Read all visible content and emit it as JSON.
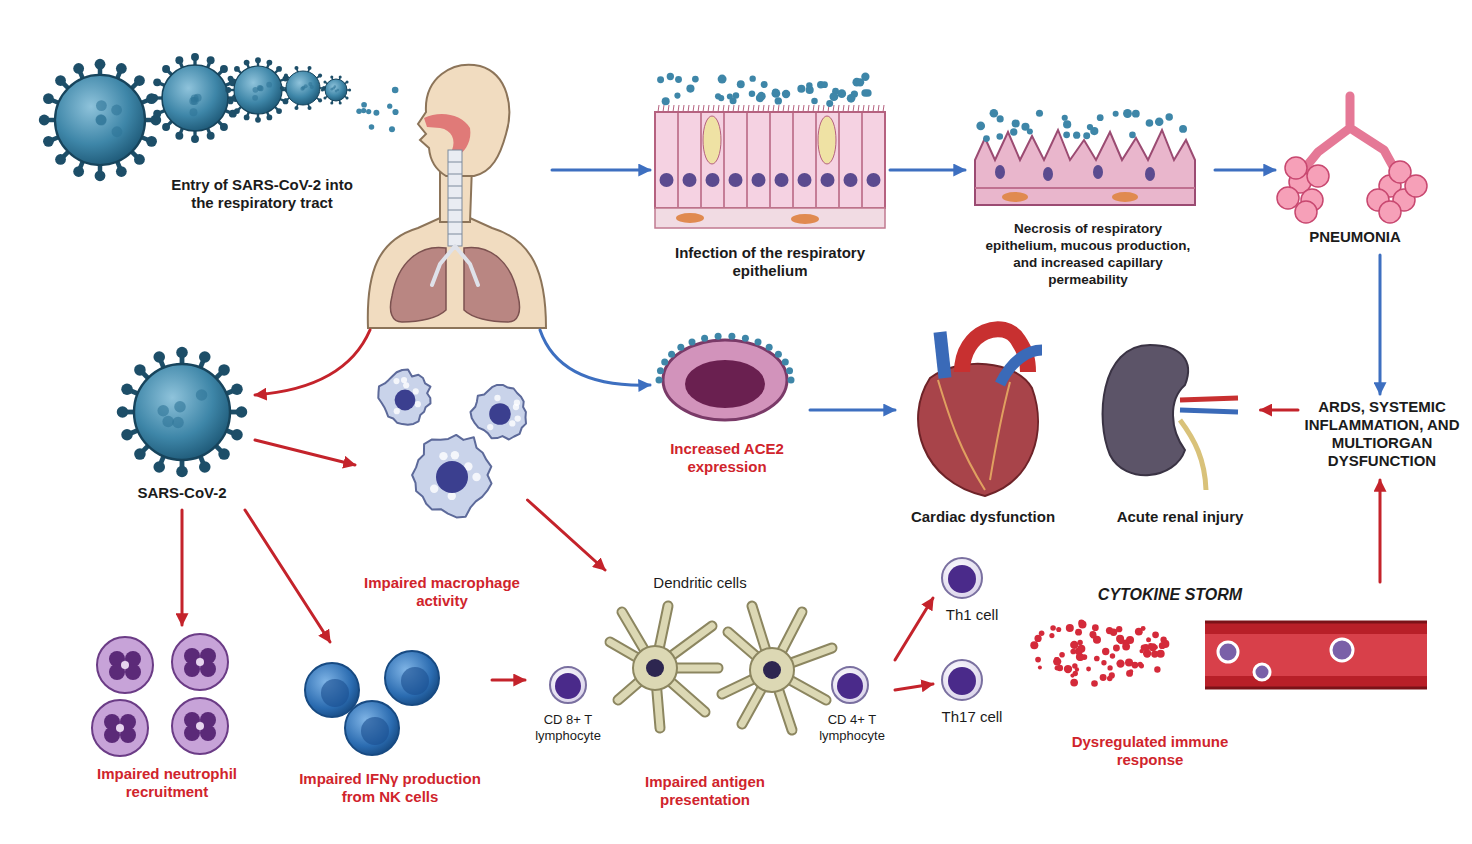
{
  "diagram": {
    "nodes": [
      {
        "text": [
          "Entry of SARS-CoV-2 into the respiratory tract"
        ]
      },
      {
        "text": [
          "Infection of the respiratory epithelium"
        ]
      },
      {
        "text": [
          "Necrosis of respiratory epithelium, mucous production, and increased capillary permeability"
        ]
      },
      {
        "text": [
          "PNEUMONIA"
        ]
      },
      {
        "text": [
          "SARS-CoV-2"
        ]
      },
      {
        "text": [
          "Impaired macrophage activity"
        ]
      },
      {
        "text": [
          "Increased ACE2 expression"
        ]
      },
      {
        "text": [
          "Cardiac dysfunction"
        ]
      },
      {
        "text": [
          "Acute renal injury"
        ]
      },
      {
        "text": [
          "ARDS, SYSTEMIC INFLAMMATION, AND MULTIORGAN DYSFUNCTION"
        ]
      },
      {
        "text": [
          "Impaired neutrophil recruitment"
        ]
      },
      {
        "text": [
          "Impaired IFNγ production from NK cells"
        ]
      },
      {
        "text": [
          "Dendritic cells",
          "CD 8+ T lymphocyte",
          "CD 4+ T lymphocyte",
          "Impaired antigen presentation"
        ]
      },
      {
        "text": [
          "Th1 cell"
        ]
      },
      {
        "text": [
          "Th17 cell"
        ]
      },
      {
        "text": [
          "CYTOKINE STORM",
          "Dysregulated immune response"
        ]
      }
    ],
    "edges": [
      {
        "from": 0,
        "to": 1,
        "arrow": "to"
      },
      {
        "from": 1,
        "to": 2,
        "arrow": "to"
      },
      {
        "from": 2,
        "to": 3,
        "arrow": "to"
      },
      {
        "from": 0,
        "to": 4,
        "arrow": "to"
      },
      {
        "from": 0,
        "to": 6,
        "arrow": "to"
      },
      {
        "from": 4,
        "to": 5,
        "arrow": "to"
      },
      {
        "from": 4,
        "to": 10,
        "arrow": "to"
      },
      {
        "from": 4,
        "to": 11,
        "arrow": "to"
      },
      {
        "from": 5,
        "to": 12,
        "arrow": "to"
      },
      {
        "from": 11,
        "to": 12,
        "arrow": "to"
      },
      {
        "from": 6,
        "to": 7,
        "arrow": "to"
      },
      {
        "from": 3,
        "to": 9,
        "arrow": "to"
      },
      {
        "from": 9,
        "to": 8,
        "arrow": "to"
      },
      {
        "from": 12,
        "to": 13,
        "arrow": "to"
      },
      {
        "from": 12,
        "to": 14,
        "arrow": "to"
      },
      {
        "from": 15,
        "to": 9,
        "arrow": "to"
      }
    ]
  }
}
